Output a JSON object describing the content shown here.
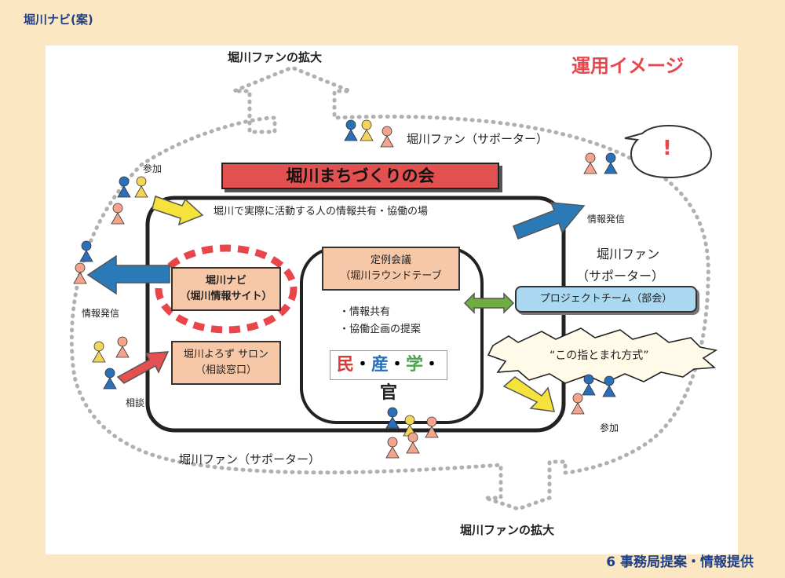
{
  "header": {
    "title": "堀川ナビ(案)"
  },
  "image_title": "運用イメージ",
  "expand_top": "堀川ファンの拡大",
  "expand_bottom": "堀川ファンの拡大",
  "fans_top": "堀川ファン（サポーター）",
  "fans_right_1": "堀川ファン",
  "fans_right_2": "（サポーター）",
  "fans_bottom": "堀川ファン（サポーター）",
  "label_sanka_left": "参加",
  "label_sanka_right": "参加",
  "label_joho_left": "情報発信",
  "label_joho_right": "情報発信",
  "label_soudan": "相談",
  "kai_name": "堀川まちづくりの会",
  "kai_desc": "堀川で実際に活動する人の情報共有・協働の場",
  "navi": {
    "line1": "堀川ナビ",
    "line2": "（堀川情報サイト）"
  },
  "salon": {
    "line1": "堀川よろず サロン",
    "line2": "（相談窓口）"
  },
  "teirei": {
    "line1": "定例会議",
    "line2": "（堀川ラウンドテーブ"
  },
  "activities": [
    "・情報共有",
    "・協働企画の提案"
  ],
  "maru": {
    "c1": "民",
    "c2": "産",
    "c3": "学",
    "c4": "官",
    "dot": "・"
  },
  "project": "プロジェクトチーム（部会）",
  "kono_yubi": "“この指とまれ方式”",
  "exclaim": "!",
  "footer": "6  事務局提案・情報提供",
  "colors": {
    "accent_red": "#e8464a",
    "header_blue": "#1f3f86",
    "box_salmon": "#f7c8a8",
    "project_blue": "#a9d8f0",
    "kai_red": "#e25050"
  }
}
